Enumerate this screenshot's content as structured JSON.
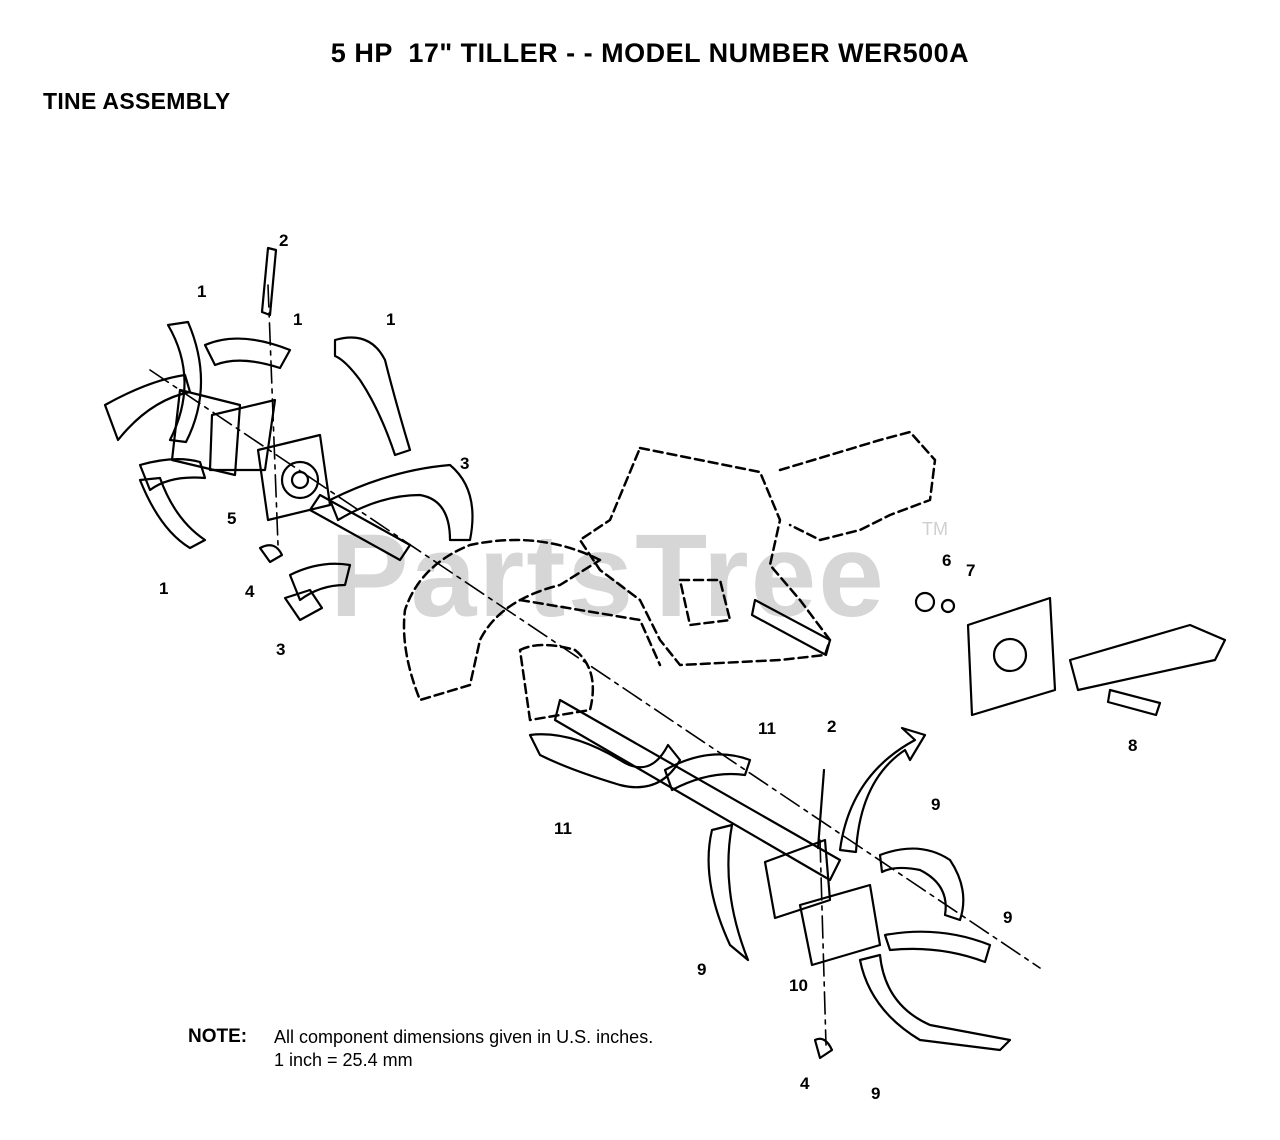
{
  "title": "5 HP  17\" TILLER - - MODEL NUMBER WER500A",
  "subtitle": "TINE ASSEMBLY",
  "watermark": "PartsTree",
  "trademark": "TM",
  "callouts": [
    "2",
    "1",
    "1",
    "1",
    "3",
    "5",
    "1",
    "4",
    "3",
    "6",
    "7",
    "8",
    "11",
    "2",
    "11",
    "9",
    "9",
    "9",
    "10",
    "4",
    "9"
  ],
  "note": {
    "label": "NOTE:",
    "line1": "All component dimensions given in U.S. inches.",
    "line2": "1 inch = 25.4 mm"
  }
}
